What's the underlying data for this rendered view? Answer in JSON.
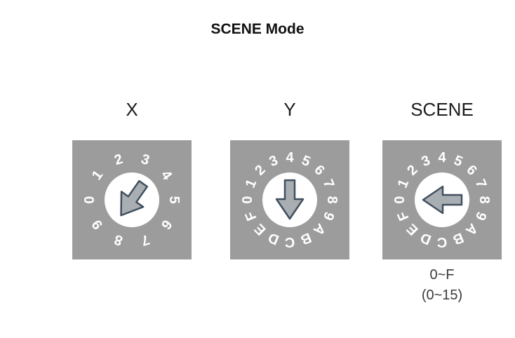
{
  "title": "SCENE Mode",
  "dials": [
    {
      "label": "X",
      "positions": [
        "0",
        "1",
        "2",
        "3",
        "4",
        "5",
        "6",
        "7",
        "8",
        "9"
      ],
      "arrow_rotation_deg": 35,
      "caption": []
    },
    {
      "label": "Y",
      "positions": [
        "0",
        "1",
        "2",
        "3",
        "4",
        "5",
        "6",
        "7",
        "8",
        "9",
        "A",
        "B",
        "C",
        "D",
        "E",
        "F"
      ],
      "arrow_rotation_deg": 0,
      "caption": []
    },
    {
      "label": "SCENE",
      "positions": [
        "0",
        "1",
        "2",
        "3",
        "4",
        "5",
        "6",
        "7",
        "8",
        "9",
        "A",
        "B",
        "C",
        "D",
        "E",
        "F"
      ],
      "arrow_rotation_deg": 90,
      "caption": [
        "0~F",
        "(0~15)"
      ]
    }
  ],
  "colors": {
    "square": "#9c9c9c",
    "circle": "#ffffff",
    "digits": "#ffffff",
    "arrow_fill": "#a9aeb2",
    "arrow_stroke": "#41505e",
    "title_text": "#111111",
    "caption_text": "#3a3a3a"
  }
}
